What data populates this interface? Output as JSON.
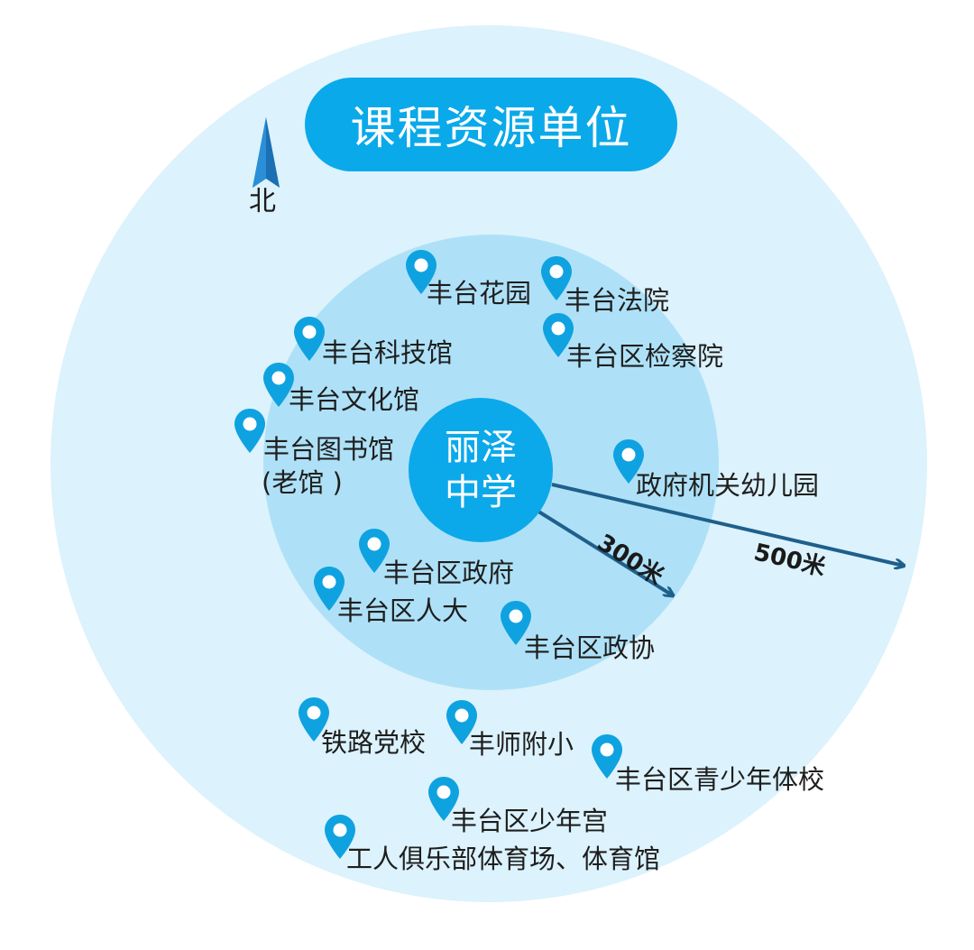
{
  "title": "课程资源单位",
  "center": {
    "line1": "丽泽",
    "line2": "中学"
  },
  "north_label": "北",
  "distances": {
    "inner": "300米",
    "outer": "500米"
  },
  "colors": {
    "outer_ring": "#dcf2fc",
    "inner_ring": "#aee1f7",
    "accent": "#0aa9ea",
    "arrow": "#1f5f8b"
  },
  "units": [
    {
      "label": "丰台花园"
    },
    {
      "label": "丰台法院"
    },
    {
      "label": "丰台科技馆"
    },
    {
      "label": "丰台区检察院"
    },
    {
      "label": "丰台文化馆"
    },
    {
      "label": "丰台图书馆"
    },
    {
      "label": "(老馆 )"
    },
    {
      "label": "政府机关幼儿园"
    },
    {
      "label": "丰台区政府"
    },
    {
      "label": "丰台区人大"
    },
    {
      "label": "丰台区政协"
    },
    {
      "label": "铁路党校"
    },
    {
      "label": "丰师附小"
    },
    {
      "label": "丰台区青少年体校"
    },
    {
      "label": "丰台区少年宫"
    },
    {
      "label": "工人俱乐部体育场、体育馆"
    }
  ]
}
